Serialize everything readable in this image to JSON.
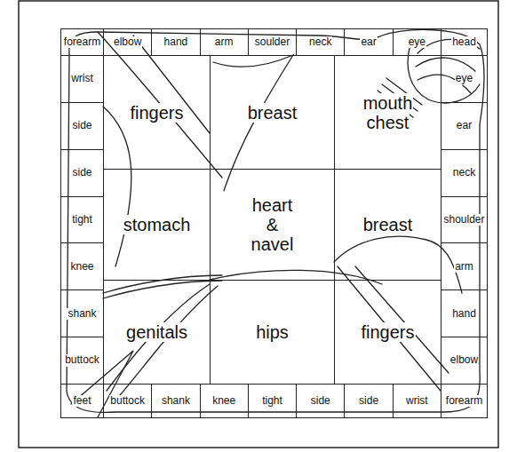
{
  "diagram": {
    "nodes": [
      {
        "text": [
          "forearm"
        ]
      },
      {
        "text": [
          "elbow"
        ]
      },
      {
        "text": [
          "hand"
        ]
      },
      {
        "text": [
          "arm"
        ]
      },
      {
        "text": [
          "soulder"
        ]
      },
      {
        "text": [
          "neck"
        ]
      },
      {
        "text": [
          "ear"
        ]
      },
      {
        "text": [
          "eye"
        ]
      },
      {
        "text": [
          "head"
        ]
      },
      {
        "text": [
          "wrist"
        ]
      },
      {
        "text": [
          "fingers"
        ]
      },
      {
        "text": [
          "breast"
        ]
      },
      {
        "text": [
          "mouth",
          "chest"
        ]
      },
      {
        "text": [
          "eye"
        ]
      },
      {
        "text": [
          "side"
        ]
      },
      {
        "text": [
          "ear"
        ]
      },
      {
        "text": [
          "side"
        ]
      },
      {
        "text": [
          "neck"
        ]
      },
      {
        "text": [
          "stomach"
        ]
      },
      {
        "text": [
          "heart & navel"
        ]
      },
      {
        "text": [
          "breast"
        ]
      },
      {
        "text": [
          "tight"
        ]
      },
      {
        "text": [
          "shoulder"
        ]
      },
      {
        "text": [
          "knee"
        ]
      },
      {
        "text": [
          "arm"
        ]
      },
      {
        "text": [
          "genitals"
        ]
      },
      {
        "text": [
          "hips"
        ]
      },
      {
        "text": [
          "fingers"
        ]
      },
      {
        "text": [
          "shank"
        ]
      },
      {
        "text": [
          "hand"
        ]
      },
      {
        "text": [
          "buttock"
        ]
      },
      {
        "text": [
          "elbow"
        ]
      },
      {
        "text": [
          "feet"
        ]
      },
      {
        "text": [
          "buttock"
        ]
      },
      {
        "text": [
          "shank"
        ]
      },
      {
        "text": [
          "knee"
        ]
      },
      {
        "text": [
          "tight"
        ]
      },
      {
        "text": [
          "side"
        ]
      },
      {
        "text": [
          "side"
        ]
      },
      {
        "text": [
          "wrist"
        ]
      },
      {
        "text": [
          "forearm"
        ]
      }
    ]
  }
}
